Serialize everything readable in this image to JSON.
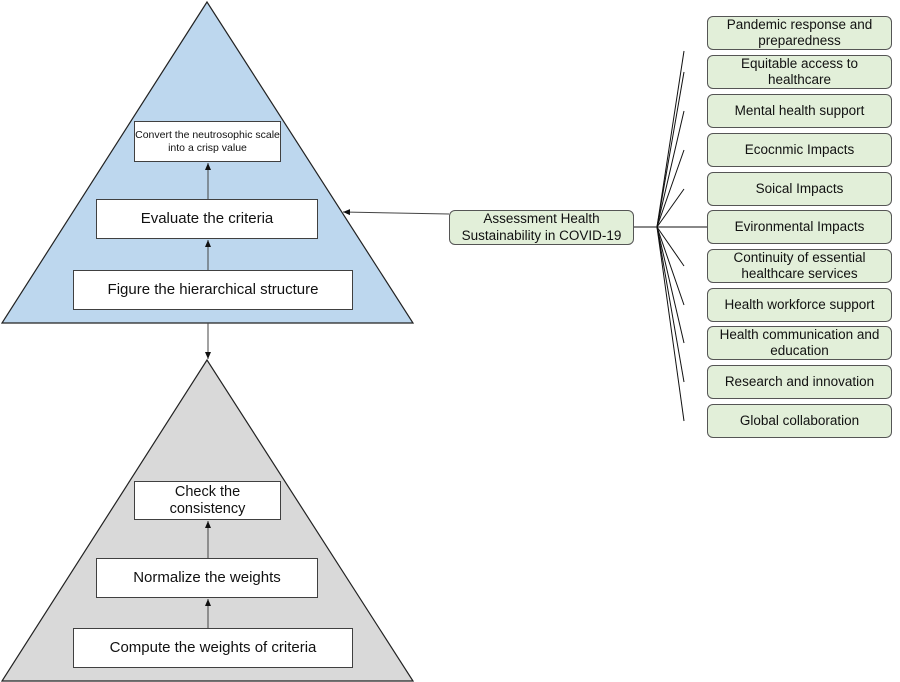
{
  "top_pyramid": {
    "steps": [
      "Convert the neutrosophic scale into a crisp value",
      "Evaluate the criteria",
      "Figure the hierarchical structure"
    ],
    "color": "#bdd7ee"
  },
  "bottom_pyramid": {
    "steps": [
      "Check the consistency",
      "Normalize the weights",
      "Compute the weights of criteria"
    ],
    "color": "#d9d9d9"
  },
  "center_node": "Assessment Health Sustainability in COVID-19",
  "criteria": [
    "Pandemic response and preparedness",
    "Equitable access to healthcare",
    "Mental health support",
    "Ecocnmic Impacts",
    "Soical Impacts",
    "Evironmental Impacts",
    "Continuity of essential healthcare services",
    "Health workforce support",
    "Health communication and education",
    "Research and innovation",
    "Global collaboration"
  ],
  "criteria_color": "#e2efd9"
}
